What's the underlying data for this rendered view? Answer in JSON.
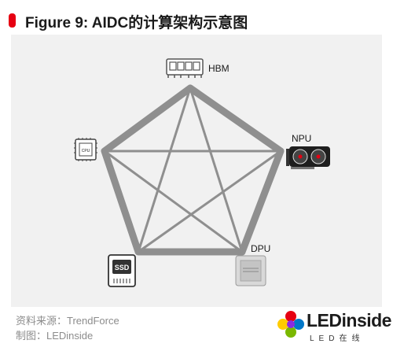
{
  "header": {
    "title": "Figure 9: AIDC的计算架构示意图"
  },
  "nodes": {
    "hbm": {
      "label": "HBM"
    },
    "npu": {
      "label": "NPU"
    },
    "dpu": {
      "label": "DPU"
    },
    "cpu": {
      "label": "CPU"
    },
    "ssd": {
      "label": "SSD"
    }
  },
  "footer": {
    "source": "资料来源：TrendForce",
    "chart_by": "制图：LEDinside"
  },
  "logo": {
    "main": "LEDinside",
    "sub": "LED在线"
  },
  "colors": {
    "accent": "#e60012",
    "line": "#8f8f8f",
    "panel": "#f1f1f1"
  }
}
